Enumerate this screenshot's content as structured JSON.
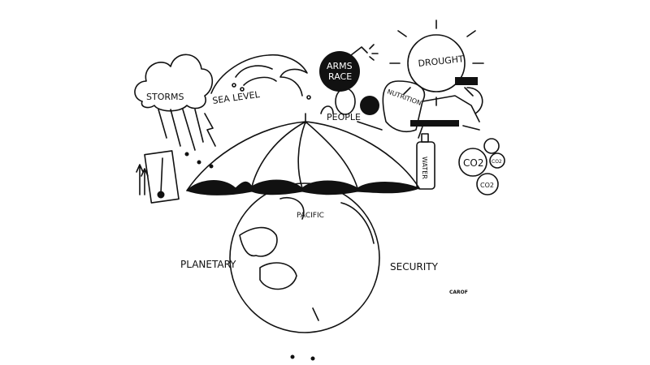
{
  "labels": {
    "storms": "STORMS",
    "sea_level": "SEA LEVEL",
    "arms_race_1": "ARMS",
    "arms_race_2": "RACE",
    "drought": "DROUGHT",
    "nutrition": "NUTRITION",
    "people": "PEOPLE",
    "water": "WATER",
    "co2": [
      "CO2",
      "CO2",
      "CO2"
    ],
    "pacific": "PACIFIC",
    "planetary": "PLANETARY",
    "security": "SECURITY",
    "signature": "CAROF"
  },
  "colors": {
    "ink": "#111111",
    "paper": "#ffffff"
  }
}
